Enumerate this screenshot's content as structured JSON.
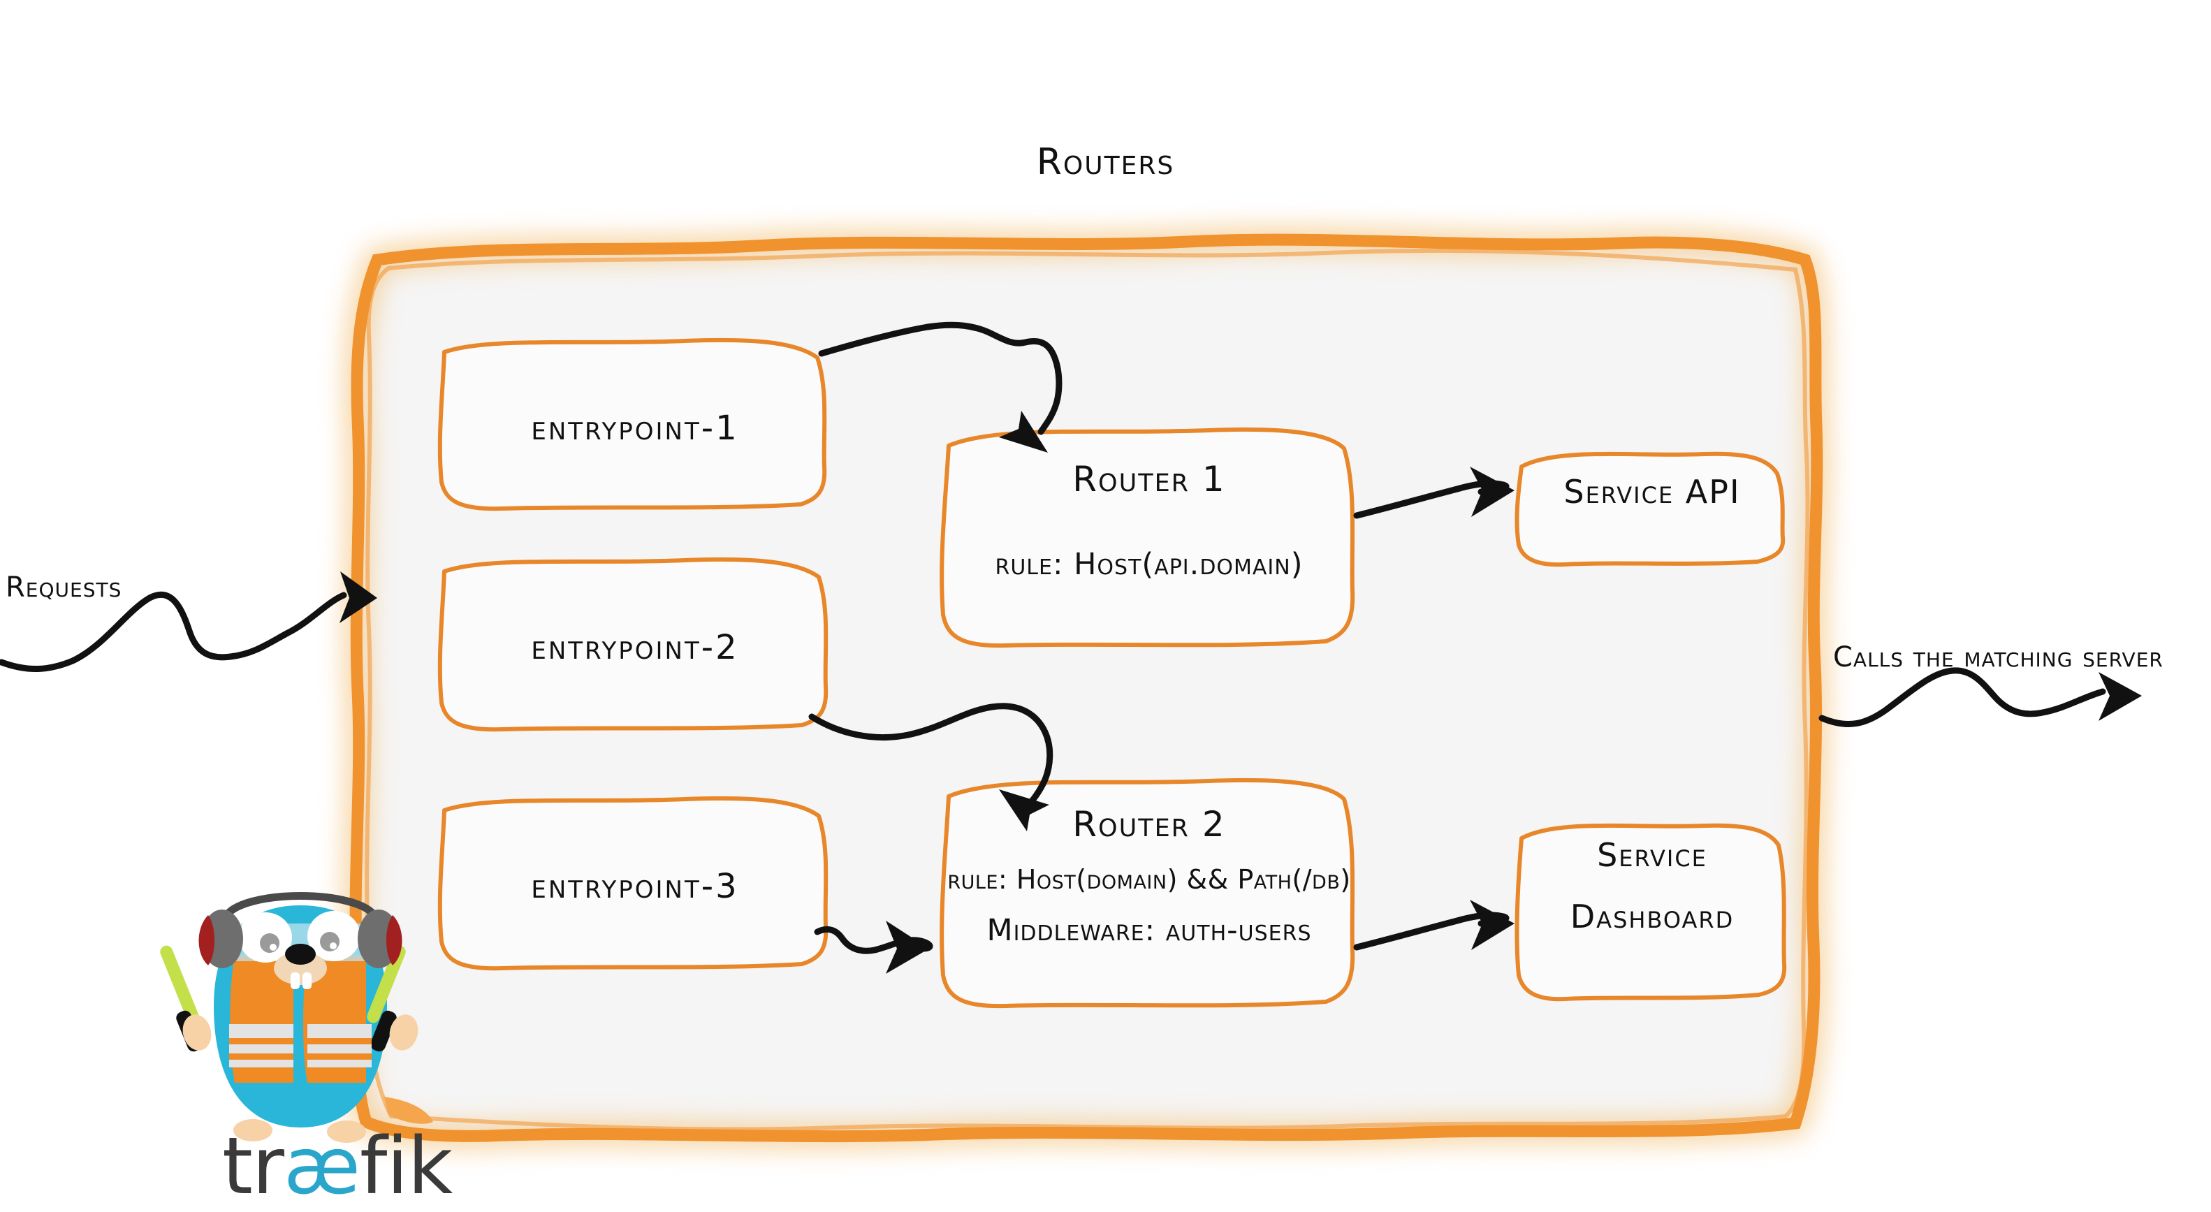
{
  "diagram": {
    "title": "Routers",
    "theme": {
      "border_orange": "#F0922E",
      "inner_border_orange": "#E8862A",
      "panel_fill": "#F5F5F5",
      "box_fill": "#FBFBFB",
      "ink": "#111111",
      "gopher_body": "#29B6D8",
      "gopher_vest": "#F08A24",
      "wand_green": "#C3E04A",
      "wordmark_dark": "#3A3A3A",
      "wordmark_accent": "#2BA6CB"
    }
  },
  "entrypoints": [
    {
      "label": "entrypoint-1"
    },
    {
      "label": "entrypoint-2"
    },
    {
      "label": "entrypoint-3"
    }
  ],
  "routers": [
    {
      "title": "Router 1",
      "rule_prefix": "rule:",
      "rule_value": "Host(api.domain)",
      "rule_line": "rule: Host(api.domain)"
    },
    {
      "title": "Router 2",
      "rule_prefix": "rule:",
      "rule_value": "Host(domain) && Path(/db)",
      "rule_line": "rule: Host(domain) && Path(/db)",
      "middleware_prefix": "Middleware:",
      "middleware_value": "auth-users",
      "middleware_line": "Middleware: auth-users"
    }
  ],
  "services": [
    {
      "label": "Service API",
      "lines": [
        "Service API"
      ]
    },
    {
      "label": "Service Dashboard",
      "lines": [
        "Service",
        "Dashboard"
      ]
    }
  ],
  "captions": {
    "requests": "Requests",
    "calls_matching_server": "Calls the matching server"
  },
  "branding": {
    "wordmark_part1": "tr",
    "wordmark_ligature": "æ",
    "wordmark_part2": "fik",
    "mascot_name": "traefik-gopher-mascot"
  },
  "icons": {
    "flow_arrow": "squiggly-arrow-icon",
    "mascot": "gopher-icon"
  }
}
